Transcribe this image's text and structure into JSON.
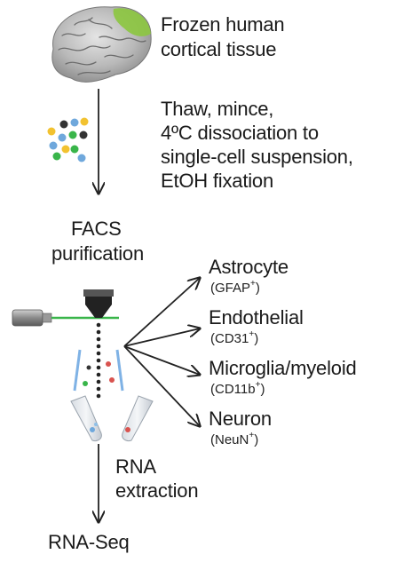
{
  "steps": {
    "tissue": [
      "Frozen human",
      "cortical tissue"
    ],
    "prep": [
      "Thaw, mince,",
      "4ºC dissociation to",
      "single-cell suspension,",
      "EtOH fixation"
    ],
    "facs": [
      "FACS",
      "purification"
    ],
    "rna": [
      "RNA",
      "extraction"
    ],
    "final": "RNA-Seq"
  },
  "cell_types": [
    {
      "name": "Astrocyte",
      "marker": "GFAP",
      "sup": "+"
    },
    {
      "name": "Endothelial",
      "marker": "CD31",
      "sup": "+"
    },
    {
      "name": "Microglia/myeloid",
      "marker": "CD11b",
      "sup": "+"
    },
    {
      "name": "Neuron",
      "marker": "NeuN",
      "sup": "+"
    }
  ],
  "colors": {
    "cortex_green": "#8cc63f",
    "laser_green": "#39b54a",
    "cell_blue": "#6fa8dc",
    "cell_red": "#d9534f",
    "cell_yellow": "#f2c230",
    "deflector_blue": "#7fb2e5"
  },
  "icons": [
    "brain-icon",
    "cell-suspension-icon",
    "facs-sorter-icon",
    "laser-icon",
    "collection-tubes-icon"
  ]
}
